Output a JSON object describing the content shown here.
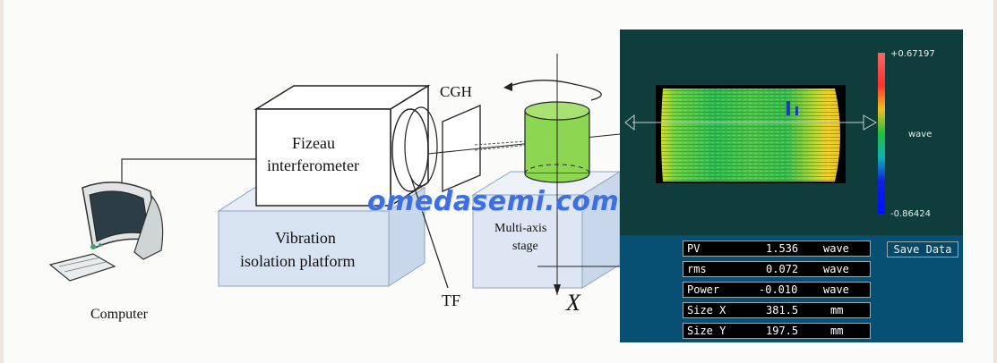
{
  "diagram": {
    "fizeau_label_line1": "Fizeau",
    "fizeau_label_line2": "interferometer",
    "cgh_label": "CGH",
    "vibration_label_line1": "Vibration",
    "vibration_label_line2": "isolation platform",
    "stage_label_line1": "Multi-axis",
    "stage_label_line2": "stage",
    "tf_label": "TF",
    "x_label": "X",
    "computer_label": "Computer"
  },
  "watermark": "omedasemi.com",
  "measurement": {
    "scale_max": "+0.67197",
    "scale_unit": "wave",
    "scale_min": "-0.86424",
    "save_button": "Save Data",
    "rows": [
      {
        "label": "PV",
        "value": "1.536",
        "unit": "wave"
      },
      {
        "label": "rms",
        "value": "0.072",
        "unit": "wave"
      },
      {
        "label": "Power",
        "value": "-0.010",
        "unit": "wave"
      },
      {
        "label": "Size X",
        "value": "381.5",
        "unit": "mm"
      },
      {
        "label": "Size Y",
        "value": "197.5",
        "unit": "mm"
      }
    ],
    "colors": {
      "panel_bg": "#0e3d3b",
      "readout_bg": "#074f73"
    }
  }
}
